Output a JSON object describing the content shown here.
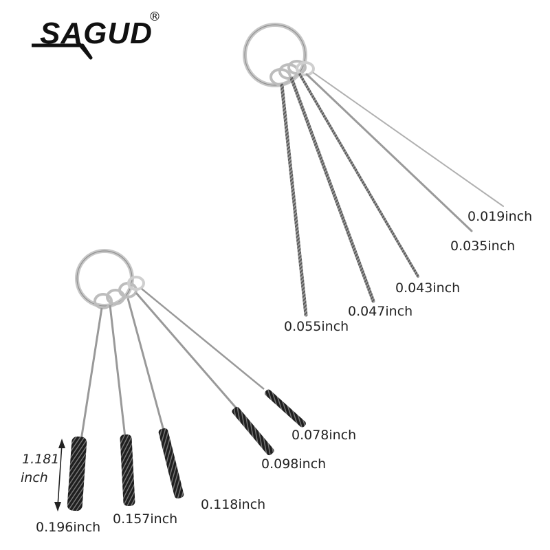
{
  "brand": {
    "name": "SAGUD",
    "mark": "®"
  },
  "length_label": {
    "value": "1.181",
    "unit": "inch"
  },
  "fine_brushes": [
    "0.019inch",
    "0.035inch",
    "0.043inch",
    "0.047inch",
    "0.055inch"
  ],
  "large_brushes": [
    "0.078inch",
    "0.098inch",
    "0.118inch",
    "0.157inch",
    "0.196inch"
  ],
  "colors": {
    "wire": "#8a8a8a",
    "bristle": "#2a2a2a",
    "ring": "#c7c7c7",
    "text": "#222222"
  }
}
